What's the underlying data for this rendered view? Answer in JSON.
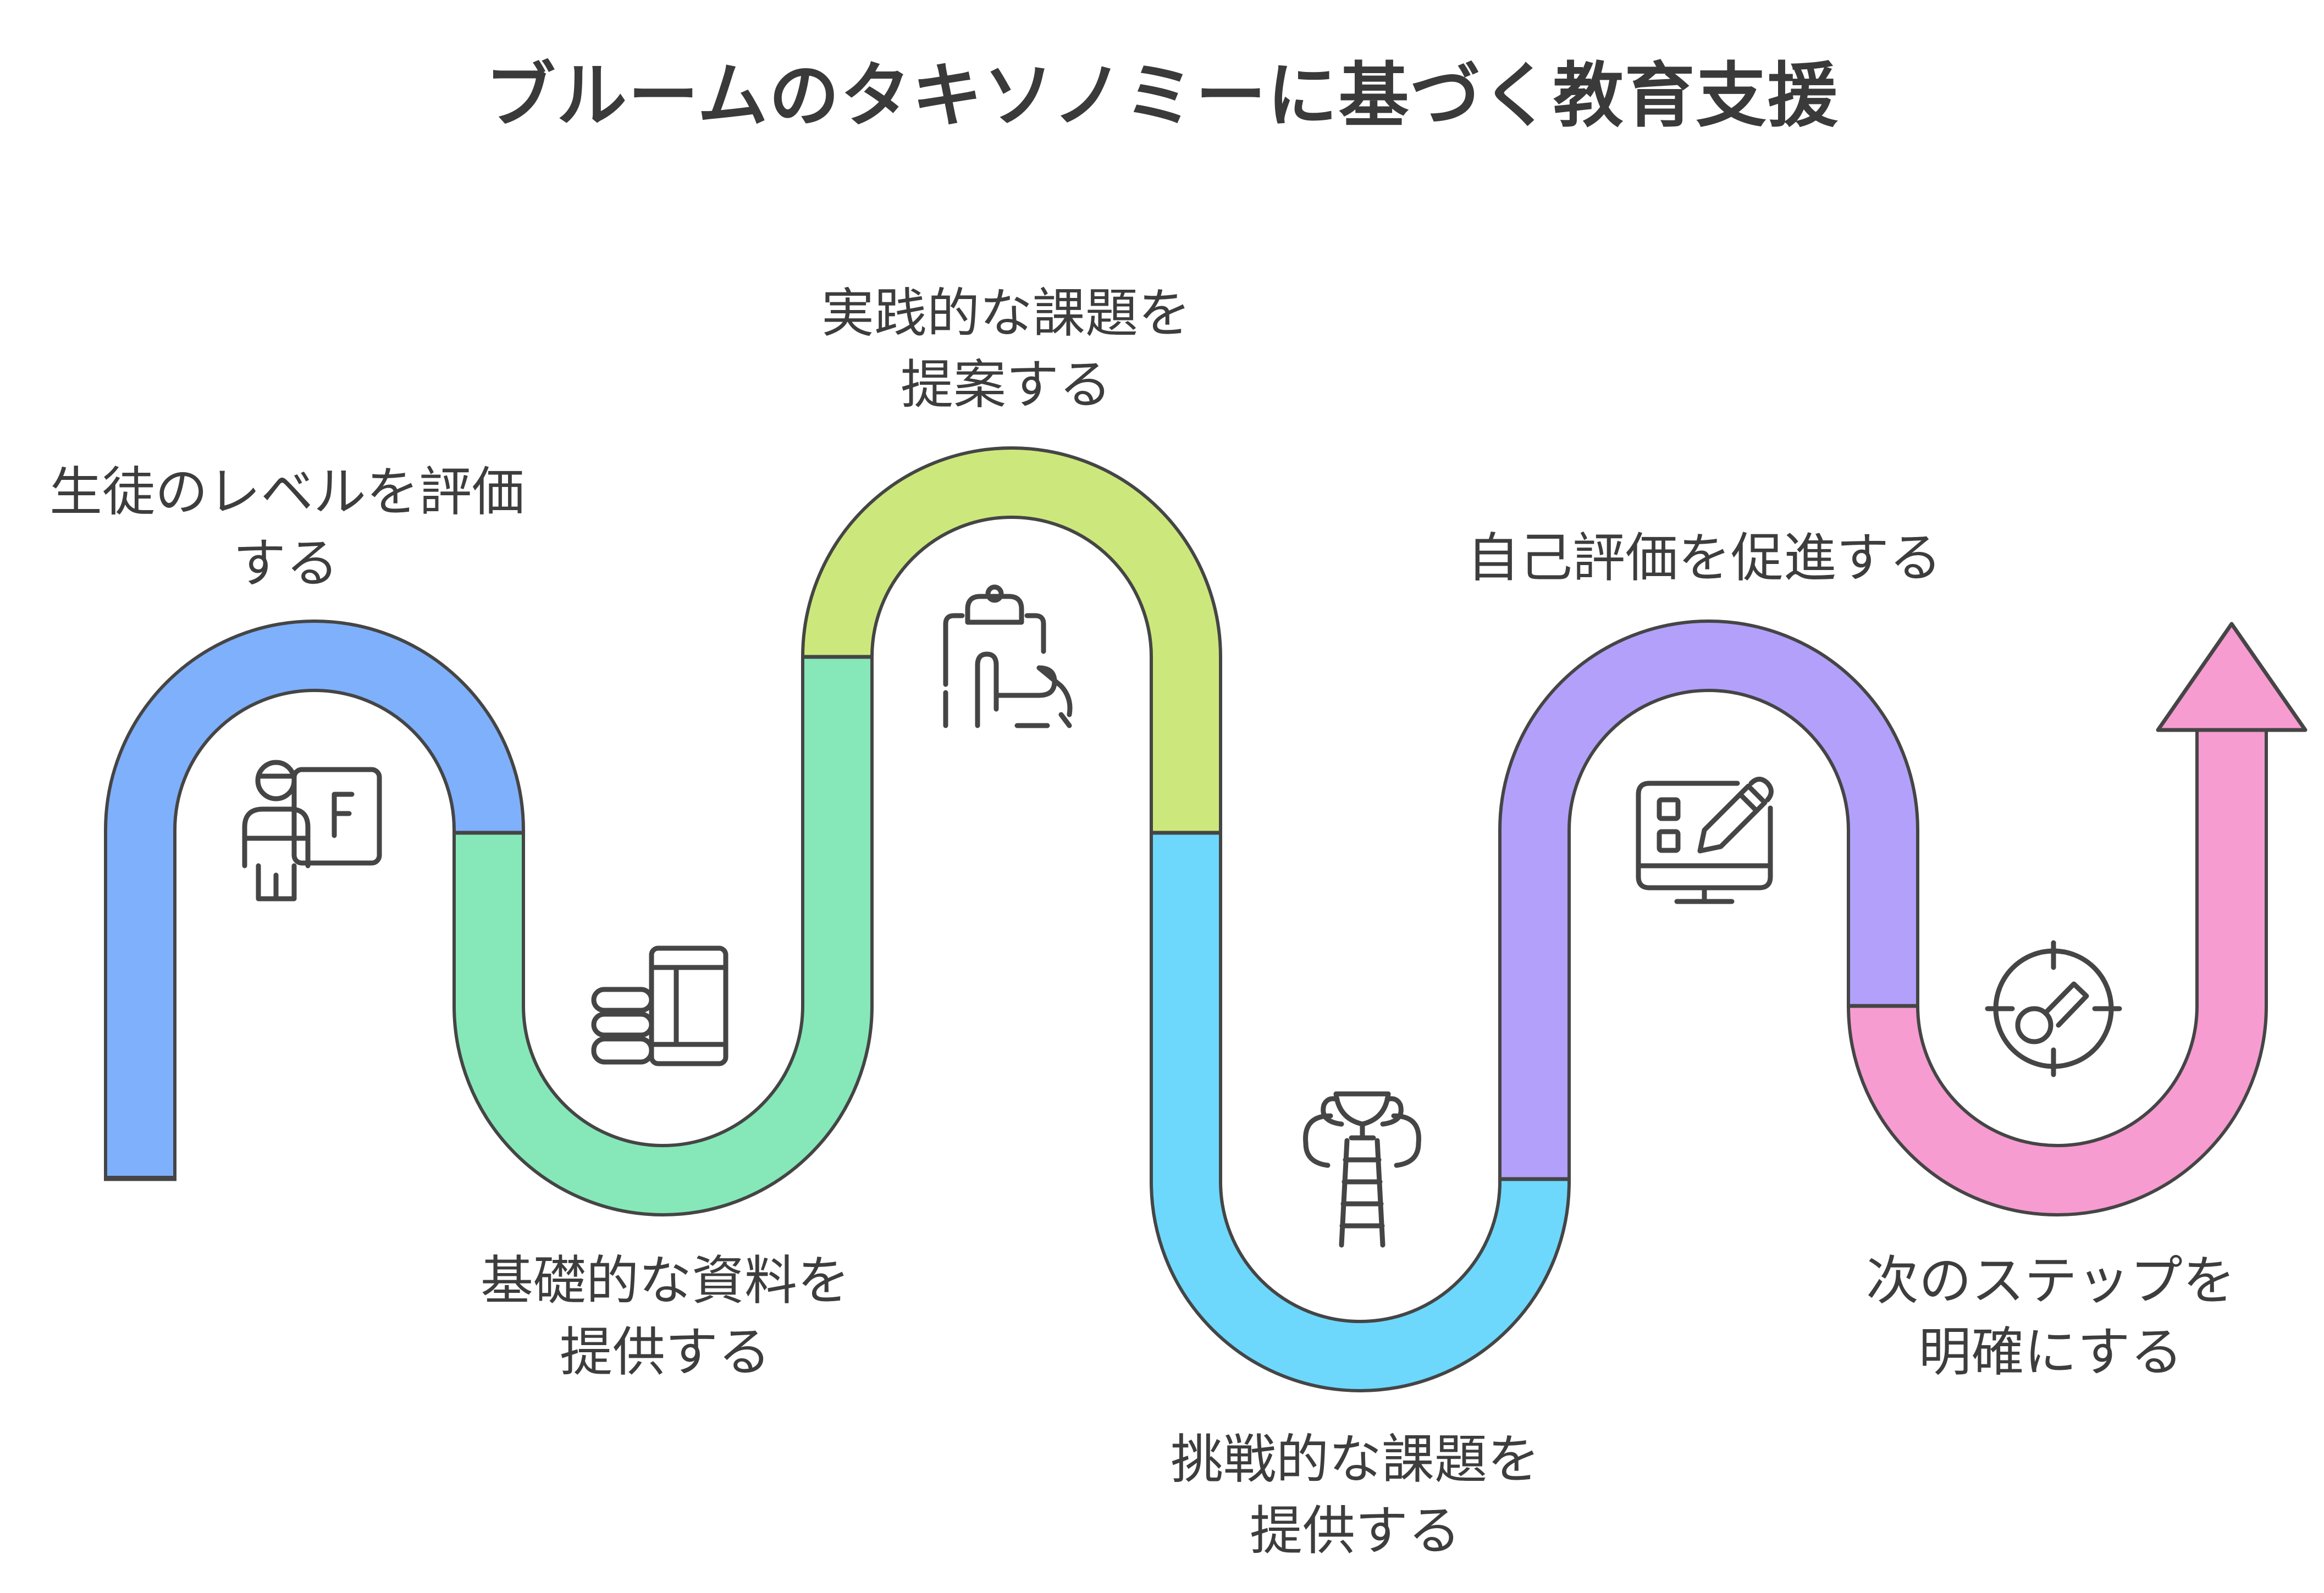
{
  "title": "ブルームのタキソノミーに基づく教育支援",
  "steps": [
    {
      "line1": "生徒のレベルを評価",
      "line2": "する",
      "color": "#7fb0fc",
      "icon": "teacher-board-icon"
    },
    {
      "line1": "基礎的な資料を",
      "line2": "提供する",
      "color": "#86e8b8",
      "icon": "books-stack-icon"
    },
    {
      "line1": "実践的な課題を",
      "line2": "提案する",
      "color": "#cce87c",
      "icon": "clipboard-hand-icon"
    },
    {
      "line1": "挑戦的な課題を",
      "line2": "提供する",
      "color": "#6dd8fc",
      "icon": "trophy-ladder-icon"
    },
    {
      "line1": "自己評価を促進する",
      "line2": "",
      "color": "#b3a0fb",
      "icon": "monitor-edit-icon"
    },
    {
      "line1": "次のステップを",
      "line2": "明確にする",
      "color": "#f69cd0",
      "icon": "target-key-icon"
    }
  ],
  "stroke_color": "#454545"
}
